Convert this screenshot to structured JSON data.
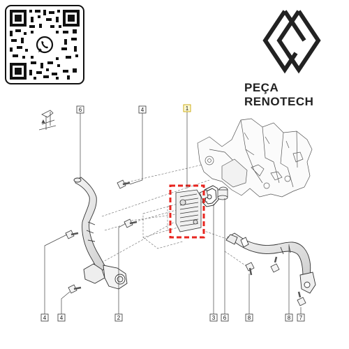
{
  "brand": {
    "name": "PEÇA RENOTECH",
    "logo_icon": "renault-diamond-logo",
    "qr_icon": "qr-code-whatsapp",
    "accent_color": "#e8251f"
  },
  "callouts": {
    "top": [
      "6",
      "4",
      "1"
    ],
    "bottom": [
      "4",
      "4",
      "2",
      "3",
      "6",
      "8",
      "8",
      "7"
    ]
  }
}
